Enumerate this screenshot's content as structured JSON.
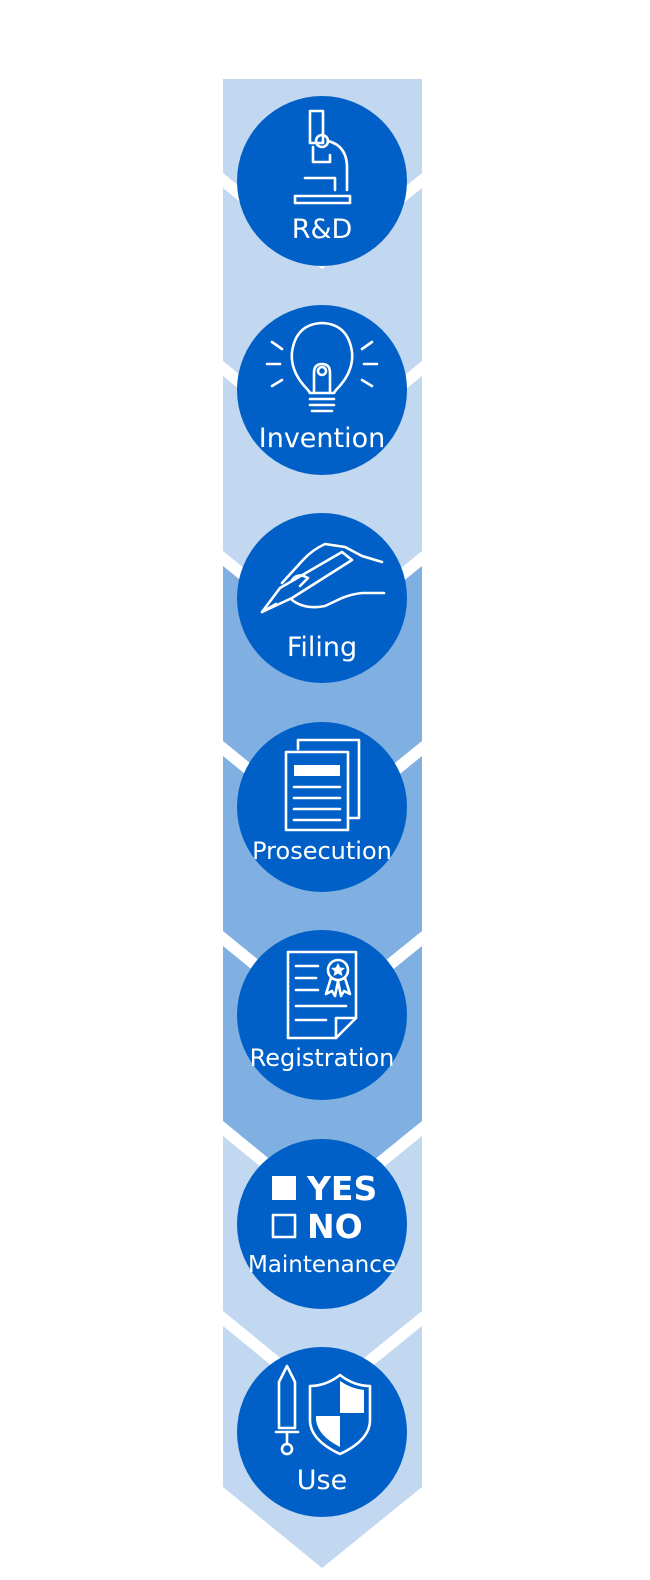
{
  "diagram": {
    "steps": [
      {
        "label": "R&D",
        "icon": "microscope-icon"
      },
      {
        "label": "Invention",
        "icon": "lightbulb-icon"
      },
      {
        "label": "Filing",
        "icon": "pen-hand-icon"
      },
      {
        "label": "Prosecution",
        "icon": "documents-icon"
      },
      {
        "label": "Registration",
        "icon": "certificate-icon"
      },
      {
        "label": "Maintenance",
        "icon": "checkbox-icon",
        "options": [
          "YES",
          "NO"
        ]
      },
      {
        "label": "Use",
        "icon": "sword-shield-icon"
      }
    ]
  },
  "colors": {
    "light_band": "#c2d7f0",
    "dark_band": "#80afe1",
    "circle": "#0060c7",
    "white": "#ffffff"
  }
}
